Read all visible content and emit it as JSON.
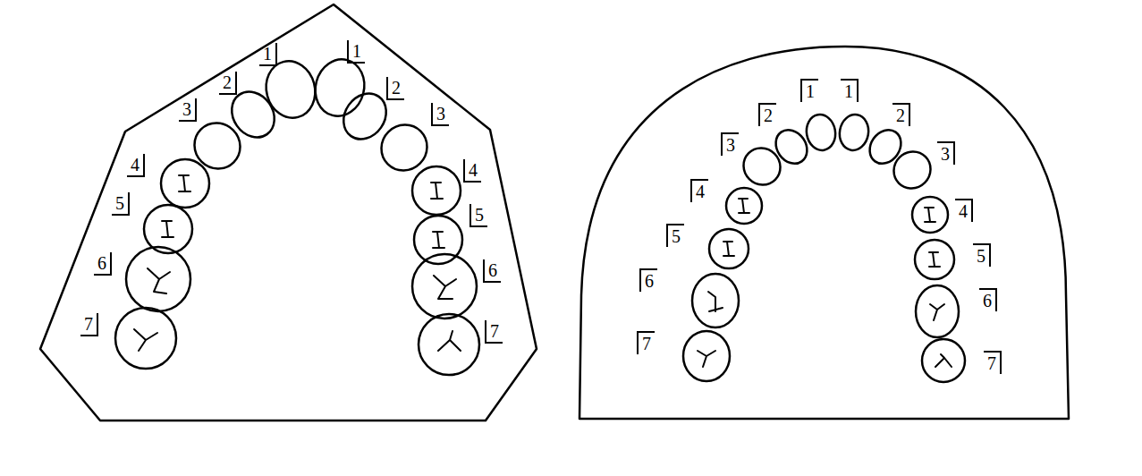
{
  "diagram": {
    "labels": [
      "1",
      "2",
      "3",
      "4",
      "5",
      "6",
      "7",
      "1",
      "2",
      "3",
      "4",
      "5",
      "6",
      "7",
      "1",
      "2",
      "3",
      "4",
      "5",
      "6",
      "7",
      "1",
      "2",
      "3",
      "4",
      "5",
      "6",
      "7"
    ]
  }
}
